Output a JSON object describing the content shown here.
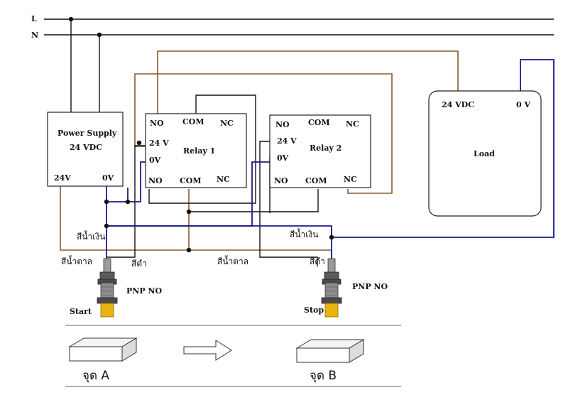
{
  "lines": {
    "l": "L",
    "n": "N"
  },
  "power_supply": {
    "title": "Power Supply",
    "voltage": "24 VDC",
    "pos": "24V",
    "neg": "0V"
  },
  "relay1": {
    "name": "Relay 1",
    "no_top": "NO",
    "com_top": "COM",
    "nc_top": "NC",
    "v24": "24 V",
    "v0": "0V",
    "no_bot": "NO",
    "com_bot": "COM",
    "nc_bot": "NC"
  },
  "relay2": {
    "name": "Relay 2",
    "no_top": "NO",
    "com_top": "COM",
    "nc_top": "NC",
    "v24": "24 V",
    "v0": "0V",
    "no_bot": "NO",
    "com_bot": "COM",
    "nc_bot": "NC"
  },
  "load": {
    "name": "Load",
    "v24": "24 VDC",
    "v0": "0 V"
  },
  "wire_labels": {
    "blue1": "สีน้ำเงิน",
    "brown1": "สีน้ำตาล",
    "black1": "สีดำ",
    "brown2": "สีน้ำตาล",
    "blue2": "สีน้ำเงิน",
    "black2": "สีดำ"
  },
  "sensors": {
    "start_type": "PNP NO",
    "start_name": "Start",
    "stop_type": "PNP NO",
    "stop_name": "Stop"
  },
  "points": {
    "a": "จุด A",
    "b": "จุด B"
  },
  "colors": {
    "brown_wire": "#8a5a2b",
    "blue_wire": "#1a1a8c",
    "black_wire": "#111111",
    "sensor_tip": "#e8b410"
  }
}
